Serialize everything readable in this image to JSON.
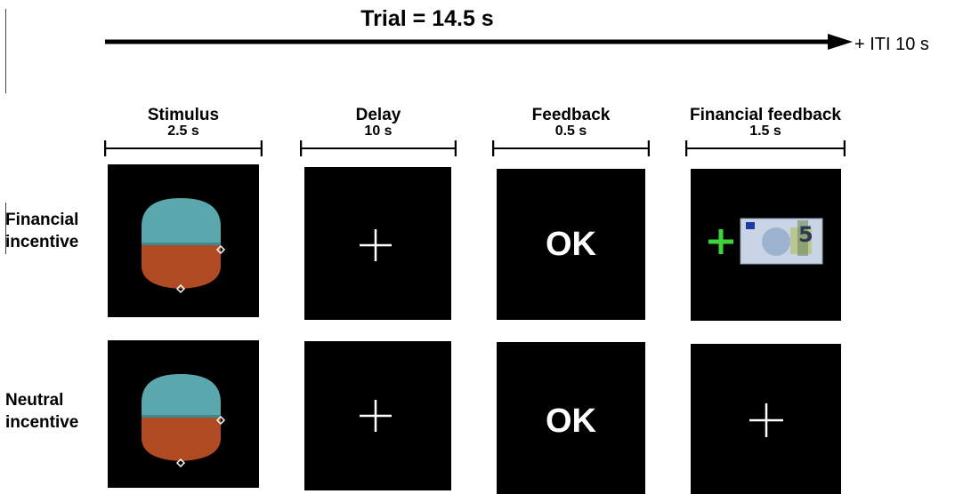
{
  "timeline": {
    "trial_label": "Trial = 14.5 s",
    "iti_label": "+ ITI 10 s"
  },
  "stages": [
    {
      "name": "Stimulus",
      "duration": "2.5 s"
    },
    {
      "name": "Delay",
      "duration": "10 s"
    },
    {
      "name": "Feedback",
      "duration": "0.5 s"
    },
    {
      "name": "Financial feedback",
      "duration": "1.5 s"
    }
  ],
  "rows": [
    {
      "label_line1": "Financial",
      "label_line2": "incentive",
      "feedback_text": "OK",
      "final_feedback": "euro-banknote-with-green-cross"
    },
    {
      "label_line1": "Neutral",
      "label_line2": "incentive",
      "feedback_text": "OK",
      "final_feedback": "white-fixation-cross"
    }
  ],
  "banknote": {
    "denomination": "5"
  },
  "colors": {
    "panel_bg": "#000000",
    "stimulus_top": "#5aa8ad",
    "stimulus_bottom": "#b04a22",
    "cross_white": "#ffffff",
    "cross_green": "#3fd43a",
    "banknote": "#c9d4e4"
  }
}
